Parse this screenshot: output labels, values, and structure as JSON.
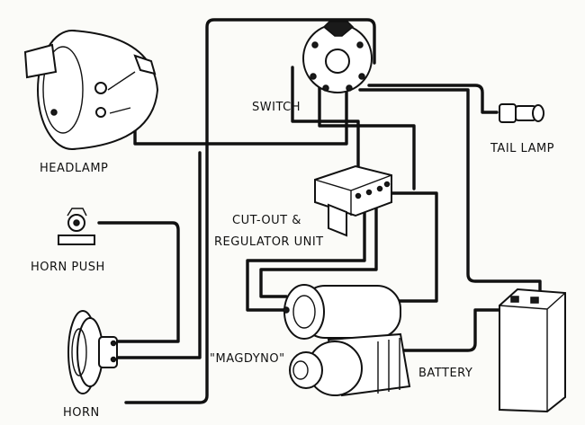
{
  "labels": {
    "headlamp": "HEADLAMP",
    "switch": "SWITCH",
    "tail_lamp": "TAIL LAMP",
    "cutout_line1": "CUT-OUT &",
    "cutout_line2": "REGULATOR UNIT",
    "horn_push": "HORN PUSH",
    "horn": "HORN",
    "magdyno": "\"MAGDYNO\"",
    "battery": "BATTERY"
  }
}
